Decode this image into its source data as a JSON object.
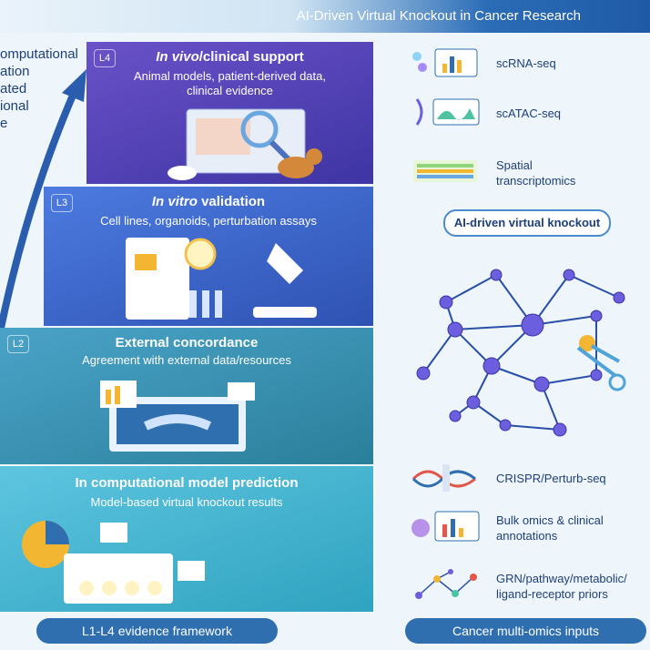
{
  "header": {
    "title": "AI-Driven Virtual Knockout in Cancer Research"
  },
  "left_column_label": [
    "omputational",
    "ation",
    "ated",
    "ional",
    "e"
  ],
  "levels": [
    {
      "badge": "L4",
      "title_italic": "In vivo",
      "title_rest": "/clinical support",
      "subtitle": "Animal models, patient-derived data,",
      "subtitle2": "clinical evidence"
    },
    {
      "badge": "L3",
      "title_italic": "In vitro",
      "title_rest": " validation",
      "subtitle": "Cell lines, organoids, perturbation assays"
    },
    {
      "badge": "L2",
      "title": "External concordance",
      "subtitle": "Agreement with external data/resources"
    },
    {
      "title": "In computational model prediction",
      "subtitle": "Model-based virtual knockout results"
    }
  ],
  "footer_left": "L1-L4 evidence framework",
  "footer_right": "Cancer multi-omics inputs",
  "knockout_label": "AI-driven virtual knockout",
  "omics_top": [
    {
      "label": "scRNA-seq",
      "icon": "scrna-icon"
    },
    {
      "label": "scATAC-seq",
      "icon": "scatac-icon"
    },
    {
      "label": "Spatial",
      "label2": "transcriptomics",
      "icon": "spatial-icon"
    }
  ],
  "omics_bottom": [
    {
      "label": "CRISPR/Perturb-seq",
      "icon": "dna-icon"
    },
    {
      "label": "Bulk omics & clinical",
      "label2": "annotations",
      "icon": "bulk-icon"
    },
    {
      "label": "GRN/pathway/metabolic/",
      "label2": "ligand-receptor priors",
      "icon": "network-icon"
    }
  ],
  "colors": {
    "primary": "#2f6fb0",
    "node": "#6b5fe0",
    "edge": "#2a4fa8"
  }
}
